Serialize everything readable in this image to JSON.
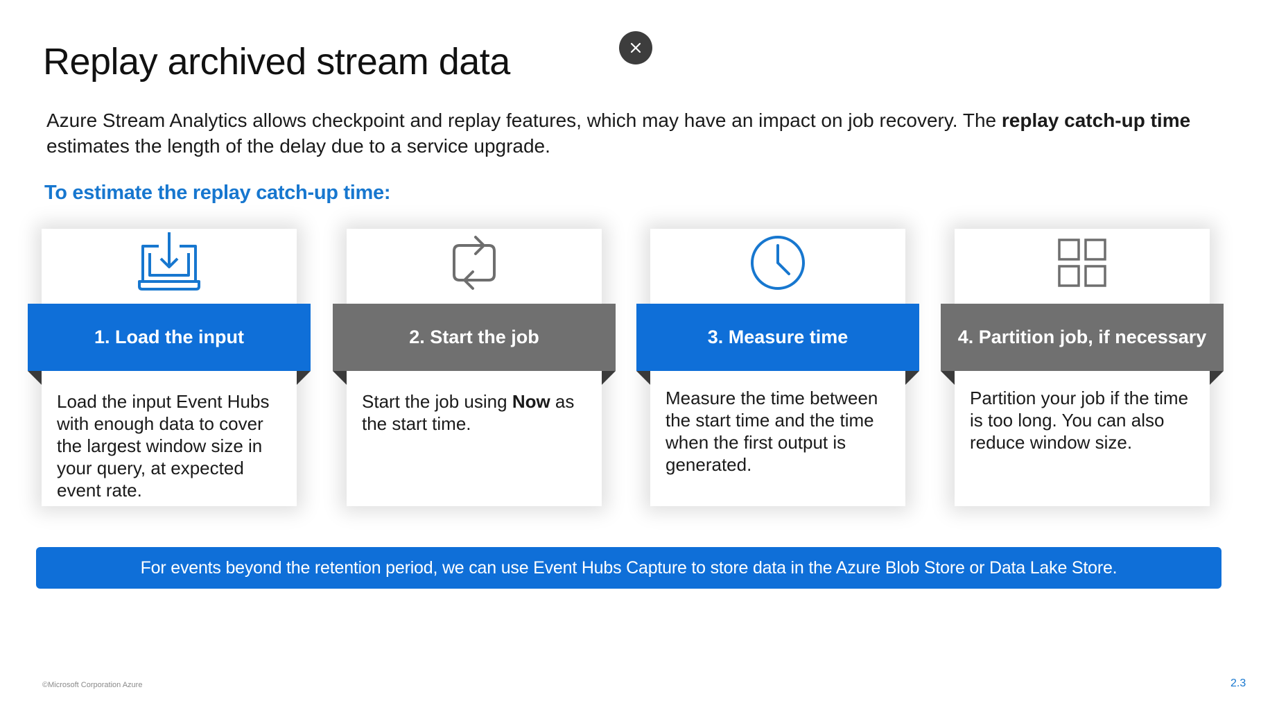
{
  "close_button": {
    "icon": "close-icon"
  },
  "title": "Replay archived stream data",
  "intro": {
    "text_before": "Azure Stream Analytics allows checkpoint and replay features, which may have an impact on job recovery. The ",
    "bold": "replay catch-up time",
    "text_after": " estimates the length of the delay due to a service upgrade."
  },
  "subheading": "To estimate the replay catch-up time:",
  "steps": [
    {
      "title": "1. Load the input",
      "icon": "download-to-laptop-icon",
      "banner_color": "#0f6fd8",
      "text_before": "Load the input Event Hubs with enough data to cover the largest window size in your query, at expected event rate.",
      "bold": "",
      "text_after": ""
    },
    {
      "title": "2. Start the job",
      "icon": "refresh-cycle-icon",
      "banner_color": "#707070",
      "text_before": "Start the job using ",
      "bold": "Now",
      "text_after": " as the start time."
    },
    {
      "title": "3. Measure time",
      "icon": "clock-icon",
      "banner_color": "#0f6fd8",
      "text_before": "Measure the time between the start time and the time when the first output is generated.",
      "bold": "",
      "text_after": ""
    },
    {
      "title": "4. Partition job, if necessary",
      "icon": "grid-partition-icon",
      "banner_color": "#707070",
      "text_before": "Partition your job if the time is too long. You can also reduce window size.",
      "bold": "",
      "text_after": ""
    }
  ],
  "callout": "For events beyond the retention period, we can use Event Hubs Capture to store data in the Azure Blob Store or Data Lake Store.",
  "footer": {
    "copyright": "©Microsoft Corporation Azure",
    "page_number": "2.3"
  },
  "colors": {
    "accent_blue": "#0f6fd8",
    "heading_blue": "#1777cf",
    "banner_gray": "#707070",
    "icon_gray": "#6e6e6e"
  }
}
